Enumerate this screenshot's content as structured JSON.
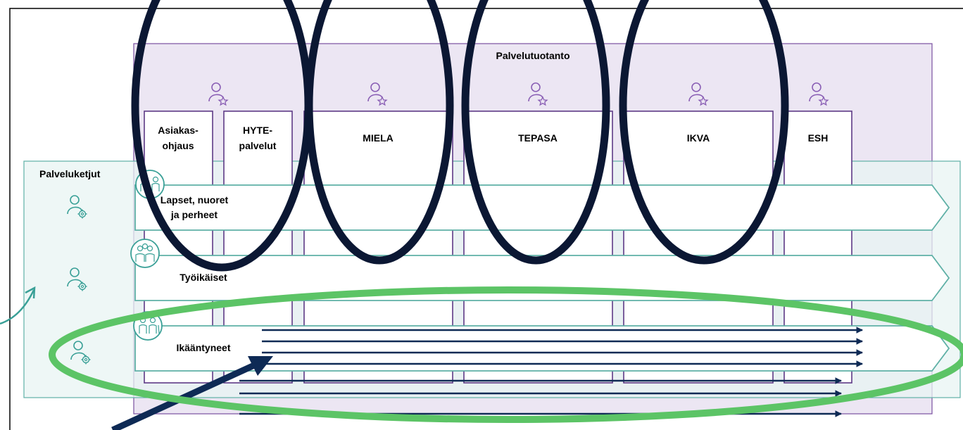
{
  "production": {
    "title": "Palvelutuotanto",
    "units": [
      {
        "line1": "Asiakas-",
        "line2": "ohjaus"
      },
      {
        "line1": "HYTE-",
        "line2": "palvelut"
      },
      {
        "line1": "MIELA",
        "line2": ""
      },
      {
        "line1": "TEPASA",
        "line2": ""
      },
      {
        "line1": "IKVA",
        "line2": ""
      },
      {
        "line1": "ESH",
        "line2": ""
      }
    ]
  },
  "chains": {
    "title": "Palveluketjut",
    "items": [
      {
        "line1": "Lapset, nuoret",
        "line2": "ja perheet"
      },
      {
        "line1": "Työikäiset",
        "line2": ""
      },
      {
        "line1": "Ikääntyneet",
        "line2": ""
      }
    ]
  },
  "icons": {
    "unit_icon": "person-star-icon",
    "chain_icon": "person-gear-icon",
    "children_family_icon": "family-icon",
    "workers_icon": "workers-icon",
    "elderly_icon": "elderly-couple-icon"
  },
  "colors": {
    "production_fill": "#ece6f3",
    "production_stroke": "#7a4fa0",
    "chains_fill": "#e8f4f3",
    "chains_stroke": "#5fb0a6",
    "teal_icon": "#3aa097",
    "purple_icon": "#8a5fb5",
    "ellipse_dark": "#0b1733",
    "ellipse_green": "#5cc466",
    "arrow_navy": "#0e2a55"
  }
}
